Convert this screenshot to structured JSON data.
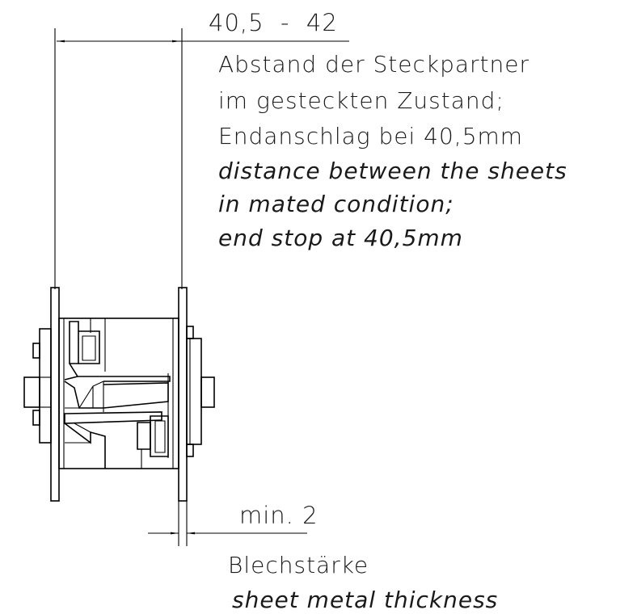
{
  "dimensions": {
    "overall": "40,5  -  42",
    "thickness": "min. 2"
  },
  "notes": {
    "distance_de": [
      "Abstand der Steckpartner",
      "im gesteckten Zustand;",
      "Endanschlag bei 40,5mm"
    ],
    "distance_en": [
      "distance between the sheets",
      "in mated condition;",
      "end stop at 40,5mm"
    ],
    "thickness_de": "Blechstärke",
    "thickness_en": "sheet metal thickness"
  },
  "colors": {
    "line": "#000000",
    "background": "#ffffff"
  }
}
